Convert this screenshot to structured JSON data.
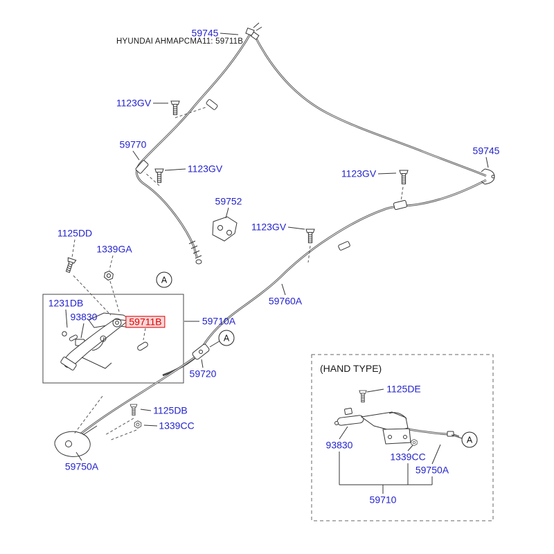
{
  "title": "HYUNDAI AHMAPCMA11: 59711B",
  "colors": {
    "label_blue": "#2323cd",
    "highlight_red": "#e00000",
    "highlight_bg": "#f9d7d7",
    "line_dark": "#333333"
  },
  "labels": [
    {
      "part": "59745",
      "text": "59745"
    },
    {
      "part": "1123GV",
      "text": "1123GV"
    },
    {
      "part": "59770",
      "text": "59770"
    },
    {
      "part": "1123GV",
      "text": "1123GV"
    },
    {
      "part": "59745",
      "text": "59745"
    },
    {
      "part": "1123GV",
      "text": "1123GV"
    },
    {
      "part": "59752",
      "text": "59752"
    },
    {
      "part": "1123GV",
      "text": "1123GV"
    },
    {
      "part": "1125DD",
      "text": "1125DD"
    },
    {
      "part": "1339GA",
      "text": "1339GA"
    },
    {
      "part": "59760A",
      "text": "59760A"
    },
    {
      "part": "1231DB",
      "text": "1231DB"
    },
    {
      "part": "93830",
      "text": "93830"
    },
    {
      "part": "59710A",
      "text": "59710A"
    },
    {
      "part": "59720",
      "text": "59720"
    },
    {
      "part": "1125DB",
      "text": "1125DB"
    },
    {
      "part": "1339CC",
      "text": "1339CC"
    },
    {
      "part": "59750A",
      "text": "59750A"
    },
    {
      "part": "1125DE",
      "text": "1125DE"
    },
    {
      "part": "93830",
      "text": "93830"
    },
    {
      "part": "1339CC",
      "text": "1339CC"
    },
    {
      "part": "59750A",
      "text": "59750A"
    },
    {
      "part": "59710",
      "text": "59710"
    }
  ],
  "highlight": {
    "text": "59711B"
  },
  "hand_type": {
    "heading": "(HAND TYPE)"
  },
  "markers": [
    {
      "label": "A"
    },
    {
      "label": "A"
    },
    {
      "label": "A"
    }
  ]
}
